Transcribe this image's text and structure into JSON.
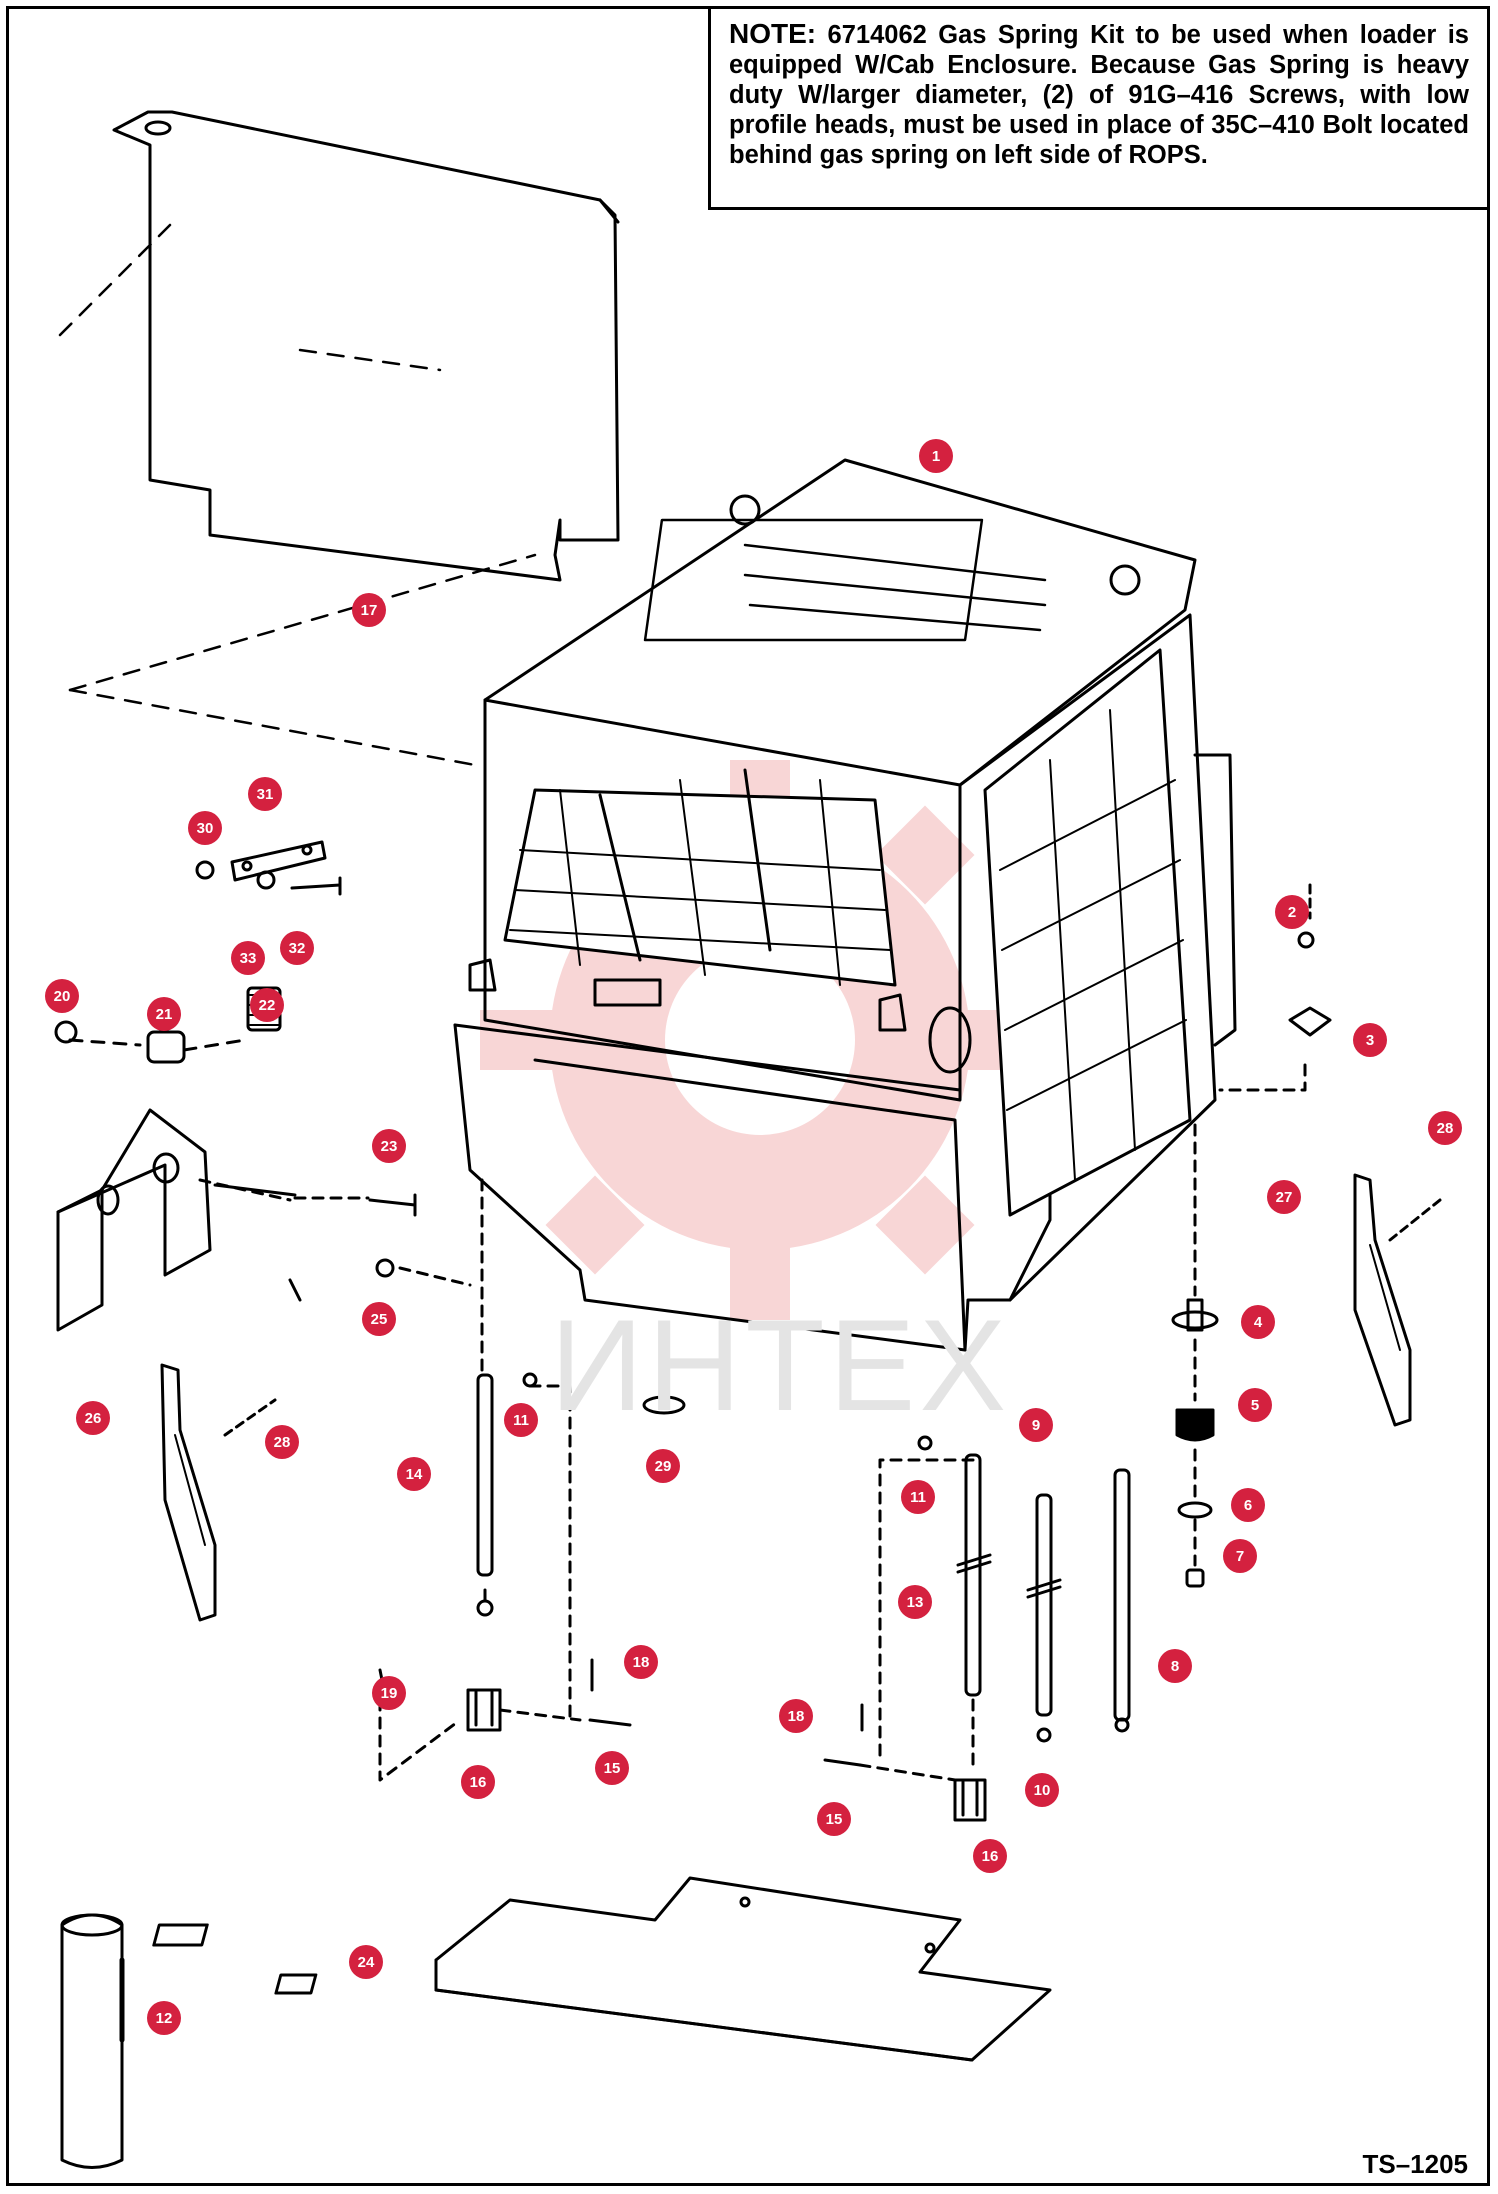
{
  "note": {
    "heading": "NOTE:",
    "text": "6714062 Gas Spring Kit to be used when loader is equipped W/Cab Enclosure. Because Gas Spring is heavy duty W/larger diameter, (2) of 91G–416 Screws, with low profile heads, must be used in place of 35C–410 Bolt located behind gas spring on left side of ROPS."
  },
  "drawing_number": "TS–1205",
  "watermark": "ИНТЕХ",
  "brand_color": "#d4213f",
  "callouts": [
    {
      "label": "1"
    },
    {
      "label": "2"
    },
    {
      "label": "3"
    },
    {
      "label": "4"
    },
    {
      "label": "5"
    },
    {
      "label": "6"
    },
    {
      "label": "7"
    },
    {
      "label": "8"
    },
    {
      "label": "9"
    },
    {
      "label": "10"
    },
    {
      "label": "11"
    },
    {
      "label": "11"
    },
    {
      "label": "12"
    },
    {
      "label": "13"
    },
    {
      "label": "14"
    },
    {
      "label": "15"
    },
    {
      "label": "15"
    },
    {
      "label": "16"
    },
    {
      "label": "16"
    },
    {
      "label": "17"
    },
    {
      "label": "18"
    },
    {
      "label": "18"
    },
    {
      "label": "19"
    },
    {
      "label": "20"
    },
    {
      "label": "21"
    },
    {
      "label": "22"
    },
    {
      "label": "23"
    },
    {
      "label": "24"
    },
    {
      "label": "25"
    },
    {
      "label": "26"
    },
    {
      "label": "27"
    },
    {
      "label": "28"
    },
    {
      "label": "28"
    },
    {
      "label": "29"
    },
    {
      "label": "30"
    },
    {
      "label": "31"
    },
    {
      "label": "32"
    },
    {
      "label": "33"
    }
  ]
}
